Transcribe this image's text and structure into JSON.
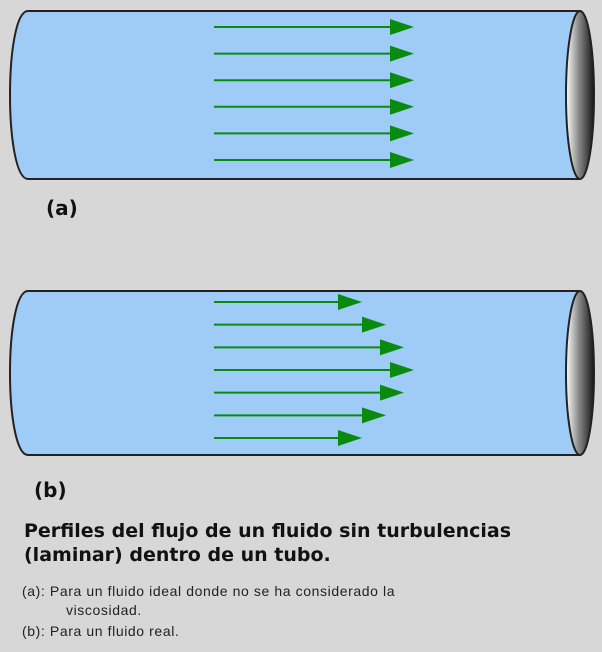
{
  "figure": {
    "panel_a": {
      "label": "(a)",
      "profile": "ideal",
      "arrow_lengths": [
        1,
        1,
        1,
        1,
        1,
        1
      ]
    },
    "panel_b": {
      "label": "(b)",
      "profile": "real",
      "arrow_lengths": [
        0.74,
        0.86,
        0.95,
        1.0,
        0.95,
        0.86,
        0.74
      ]
    },
    "colors": {
      "tube_fill": "#9fccf6",
      "arrow": "#0b8a10",
      "background": "#d7d7d7",
      "outline": "#222222"
    }
  },
  "caption": {
    "title": "Perfiles del flujo de un fluido sin turbulencias (laminar) dentro de un tubo.",
    "note_a": "(a): Para un fluido ideal donde no se ha considerado la",
    "note_a_cont": "viscosidad.",
    "note_b": "(b): Para un fluido real."
  }
}
